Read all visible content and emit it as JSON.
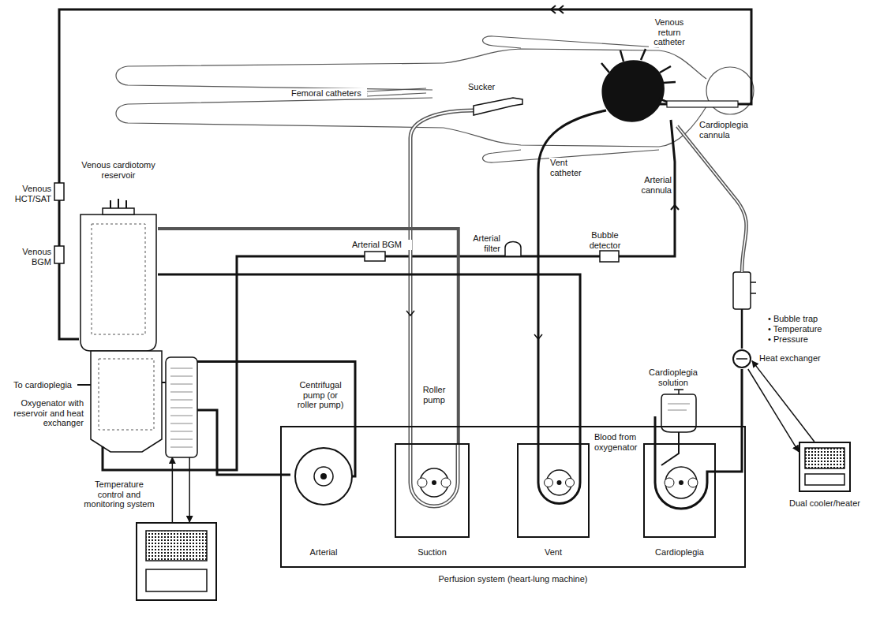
{
  "diagram": {
    "nodes": [
      {
        "text": [
          "Venous cardiotomy reservoir"
        ]
      },
      {
        "text": [
          "Oxygenator with reservoir and heat exchanger"
        ]
      },
      {
        "text": [
          "Temperature control and monitoring system"
        ]
      },
      {
        "text": [
          "Perfusion system (heart-lung machine)"
        ]
      },
      {
        "text": [
          "Arterial"
        ],
        "in": 3
      },
      {
        "text": [
          "Suction"
        ],
        "in": 3
      },
      {
        "text": [
          "Vent"
        ],
        "in": 3
      },
      {
        "text": [
          "Cardioplegia"
        ],
        "in": 3
      },
      {
        "text": [
          "Heat exchanger"
        ]
      },
      {
        "text": [
          "Dual cooler/heater"
        ]
      }
    ],
    "edges": [
      {
        "from": 2,
        "to": 1,
        "arrow": "to"
      },
      {
        "from": 1,
        "to": 2,
        "arrow": "to"
      },
      {
        "from": 1,
        "to": 4,
        "arrow": "none"
      },
      {
        "from": 4,
        "to": 1,
        "arrow": "none"
      },
      {
        "from": 5,
        "to": 0,
        "arrow": "none"
      },
      {
        "from": 6,
        "to": 0,
        "arrow": "none"
      },
      {
        "from": 7,
        "to": 8,
        "arrow": "none"
      },
      {
        "from": 9,
        "to": 8,
        "arrow": "to"
      },
      {
        "from": 8,
        "to": 9,
        "arrow": "to"
      }
    ],
    "labels": [
      "Venous HCT/SAT",
      "Venous BGM",
      "Venous return catheter",
      "Femoral catheters",
      "Sucker",
      "Cardioplegia cannula",
      "Vent catheter",
      "Arterial cannula",
      "Arterial BGM",
      "Arterial filter",
      "Bubble detector",
      "To cardioplegia",
      "Cardioplegia solution",
      "• Bubble trap",
      "• Temperature",
      "• Pressure",
      "Centrifugal pump (or roller pump)",
      "Roller pump",
      "Blood from oxygenator"
    ]
  }
}
